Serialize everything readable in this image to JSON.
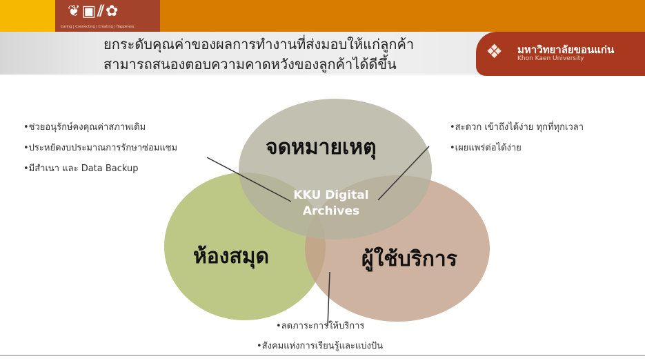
{
  "header": {
    "logo_tagline": "Caring | Connecting | Creating | Happiness",
    "title_lines": [
      "ยกระดับคุณค่าของผลการทำงานที่ส่งมอบให้แก่ลูกค้า",
      "สามารถสนองตอบความคาดหวังของลูกค้าได้ดีขึ้น"
    ],
    "university_th": "มหาวิทยาลัยขอนแก่น",
    "university_en": "Khon Kaen University"
  },
  "venn": {
    "top": "จดหมายเหตุ",
    "left": "ห้องสมุด",
    "right": "ผู้ใช้บริการ",
    "center_lines": [
      "KKU Digital",
      "Archives"
    ],
    "colors": {
      "top": "#b3b29e",
      "left": "#b2be72",
      "right": "#c3a08a"
    }
  },
  "notes": {
    "left": [
      "•ช่วยอนุรักษ์คงคุณค่าสภาพเดิม",
      "•ประหยัดงบประมาณการรักษาซ่อมแซม",
      "•มีสำเนา และ Data Backup"
    ],
    "right": [
      "•สะดวก เข้าถึงได้ง่าย ทุกที่ทุกเวลา",
      "•เผยแพร่ต่อได้ง่าย"
    ],
    "bottom": [
      "•ลดภาระการให้บริการ",
      "•สังคมแห่งการเรียนรู้และแบ่งปัน"
    ]
  }
}
